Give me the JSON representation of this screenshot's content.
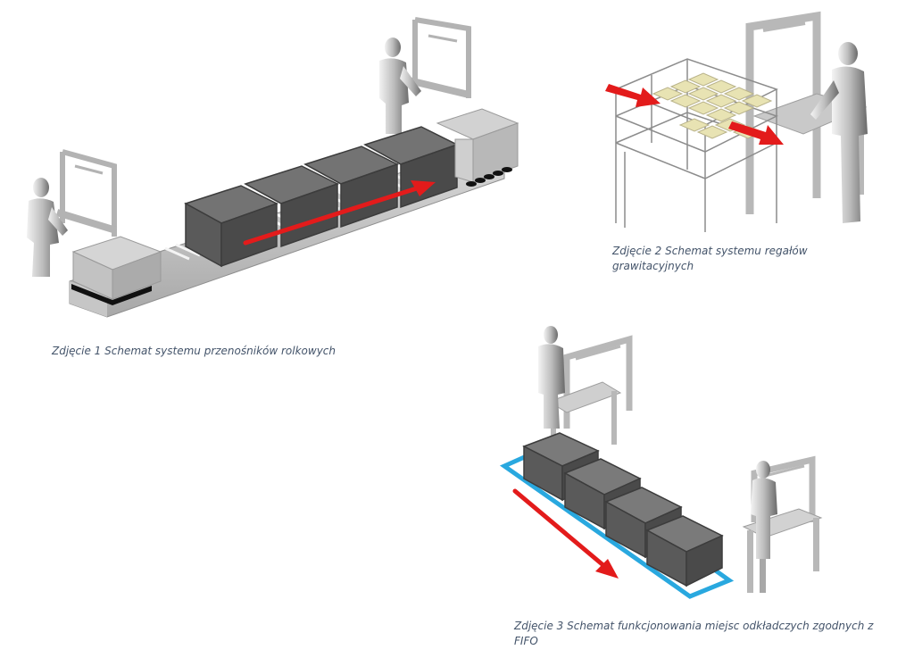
{
  "captions": {
    "fig1": "Zdjęcie 1 Schemat systemu przenośników rolkowych",
    "fig2": "Zdjęcie 2 Schemat systemu regałów grawitacyjnych",
    "fig3": "Zdjęcie 3 Schemat funkcjonowania miejsc odkładczych zgodnych z FIFO"
  },
  "colors": {
    "caption_text": "#44546a",
    "flow_arrow": "#e31b1b",
    "fifo_outline": "#29a8df",
    "container_dark": "#5a5a5a",
    "frame_grey": "#bdbdbd",
    "shelf_cartons": "#e8e3b3"
  }
}
